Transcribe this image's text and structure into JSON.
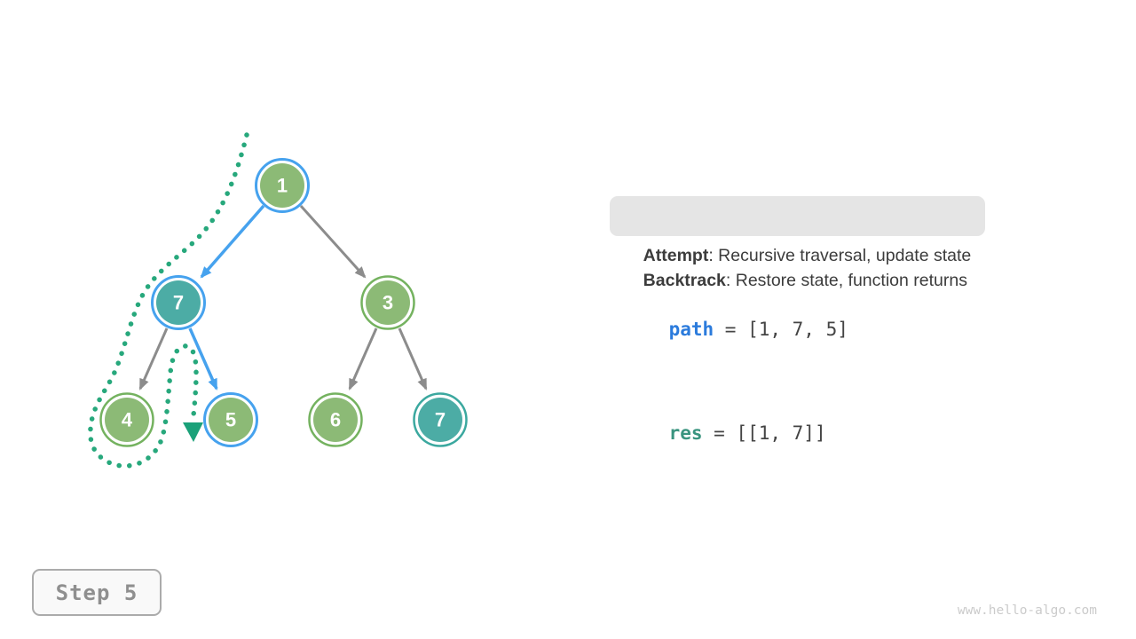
{
  "palette": {
    "node_green_fill": "#8CBA76",
    "node_green_ring": "#74B25F",
    "node_teal_fill": "#4CACA5",
    "node_teal_ring": "#3BA89F",
    "highlight_blue": "#46A2EE",
    "edge_gray": "#8C8C8C",
    "trail_dot_green": "#27A87C",
    "trail_marker_teal": "#1BA179",
    "text_dark": "#3C3C3C",
    "badge_bg": "#E5E5E5",
    "path_keyword_blue": "#2B7BDC",
    "res_keyword_teal": "#3A947F",
    "step_text_gray": "#8F8F8F",
    "watermark_gray": "#CBCBCB"
  },
  "tree": {
    "nodes": [
      {
        "value": "1"
      },
      {
        "value": "7"
      },
      {
        "value": "3"
      },
      {
        "value": "4"
      },
      {
        "value": "5"
      },
      {
        "value": "6"
      },
      {
        "value": "7"
      }
    ]
  },
  "panel": {
    "attempt_label": "Attempt",
    "attempt_text": ": Recursive traversal, update state",
    "backtrack_label": "Backtrack",
    "backtrack_text": ": Restore state, function returns",
    "path_label": "path",
    "path_value": " = [1, 7, 5]",
    "res_label": "res",
    "res_value": " = [[1, 7]]"
  },
  "step": {
    "label": "Step 5"
  },
  "watermark": "www.hello-algo.com"
}
